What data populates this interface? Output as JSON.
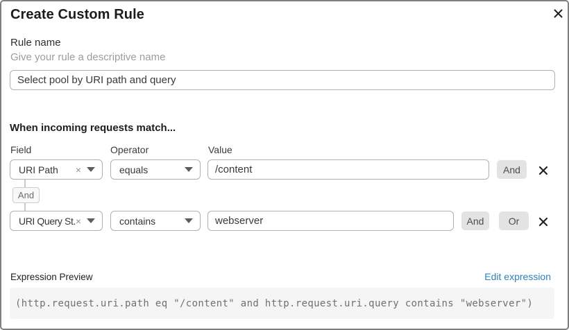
{
  "dialog": {
    "title": "Create Custom Rule"
  },
  "rule_name": {
    "label": "Rule name",
    "helper": "Give your rule a descriptive name",
    "value": "Select pool by URI path and query"
  },
  "match_builder": {
    "heading": "When incoming requests match...",
    "columns": {
      "field": "Field",
      "operator": "Operator",
      "value": "Value"
    },
    "connector": "And",
    "rows": [
      {
        "field": "URI Path",
        "operator": "equals",
        "value": "/content",
        "and_label": "And"
      },
      {
        "field": "URI Query St...",
        "operator": "contains",
        "value": "webserver",
        "and_label": "And",
        "or_label": "Or"
      }
    ]
  },
  "expression_preview": {
    "label": "Expression Preview",
    "edit_link": "Edit expression",
    "expression": "(http.request.uri.path eq \"/content\" and http.request.uri.query contains \"webserver\")"
  },
  "colors": {
    "link": "#2e80ba",
    "button_bg": "#e3e3e3",
    "code_bg": "#f5f5f5",
    "input_border": "#b0b0b0"
  }
}
